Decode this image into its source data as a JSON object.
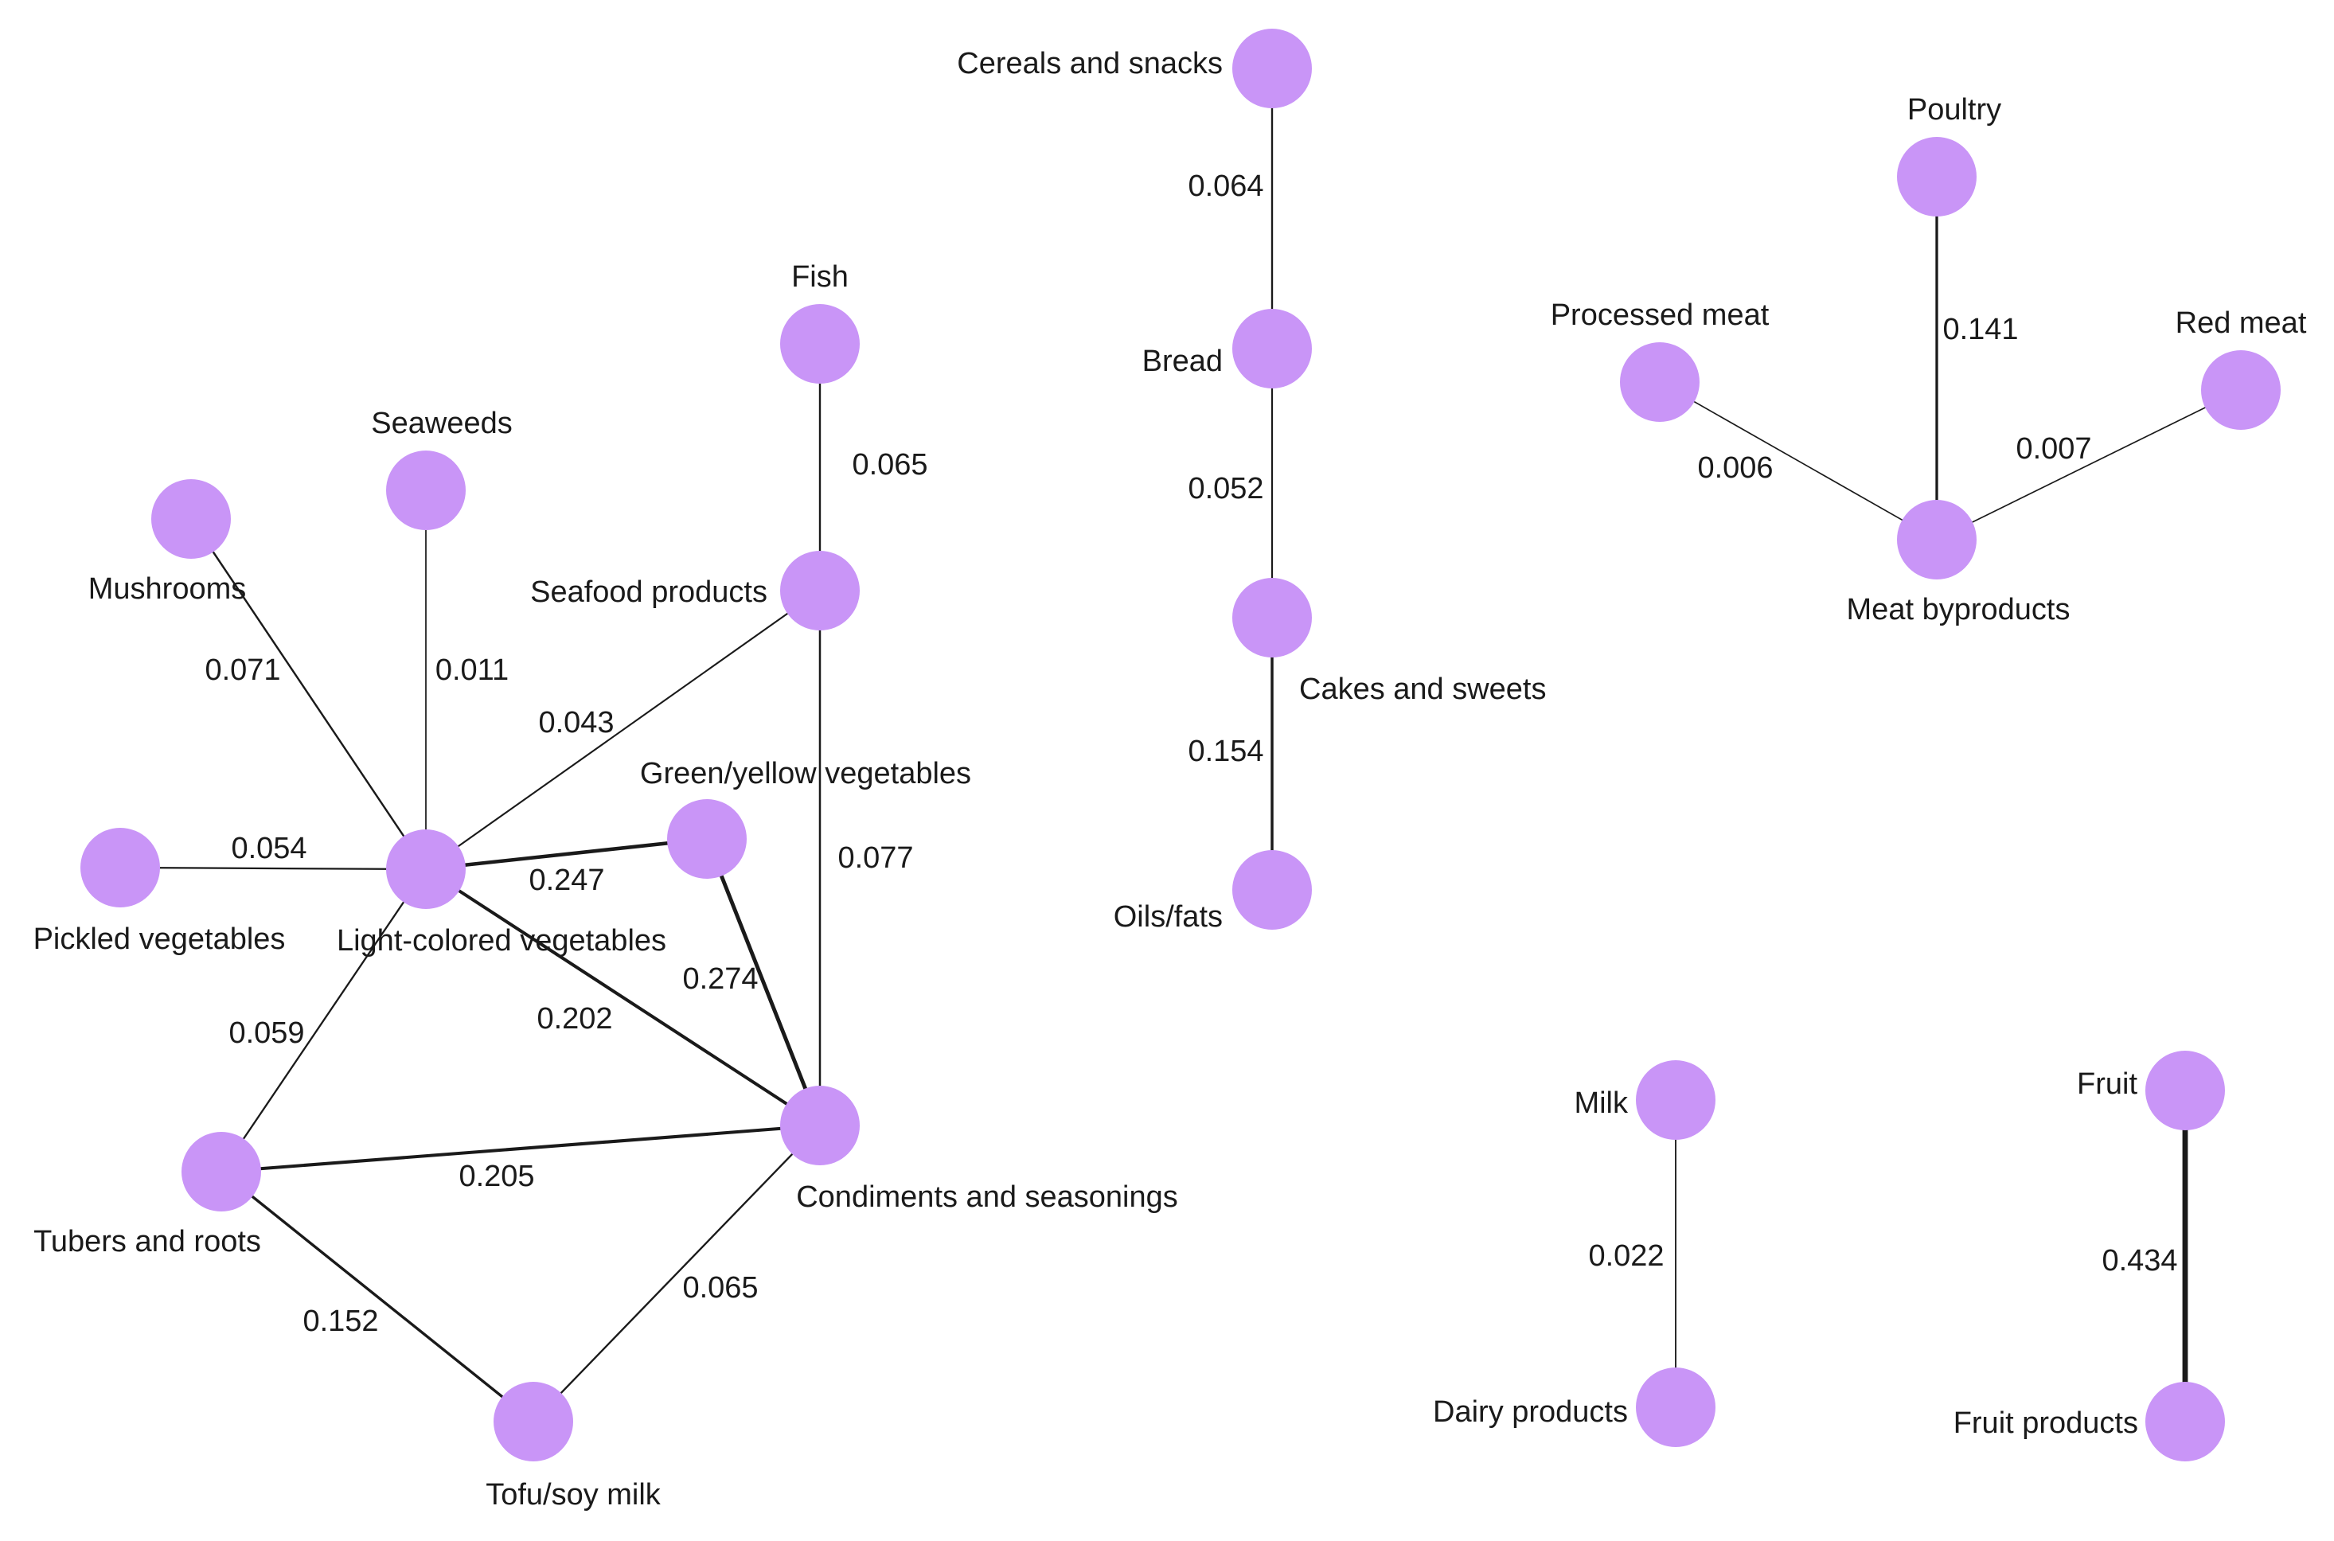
{
  "graph": {
    "node_color": "#c995f7",
    "edge_color": "#1a1a1a",
    "nodes": [
      {
        "id": "cereals",
        "label": "Cereals and snacks"
      },
      {
        "id": "bread",
        "label": "Bread"
      },
      {
        "id": "cakes",
        "label": "Cakes and sweets"
      },
      {
        "id": "oils",
        "label": "Oils/fats"
      },
      {
        "id": "poultry",
        "label": "Poultry"
      },
      {
        "id": "processed",
        "label": "Processed meat"
      },
      {
        "id": "redmeat",
        "label": "Red meat"
      },
      {
        "id": "meatby",
        "label": "Meat byproducts"
      },
      {
        "id": "fish",
        "label": "Fish"
      },
      {
        "id": "seaweeds",
        "label": "Seaweeds"
      },
      {
        "id": "mushrooms",
        "label": "Mushrooms"
      },
      {
        "id": "seafood",
        "label": "Seafood products"
      },
      {
        "id": "greenyellow",
        "label": "Green/yellow vegetables"
      },
      {
        "id": "pickled",
        "label": "Pickled vegetables"
      },
      {
        "id": "lightcol",
        "label": "Light-colored vegetables"
      },
      {
        "id": "tubers",
        "label": "Tubers and roots"
      },
      {
        "id": "condiments",
        "label": "Condiments and seasonings"
      },
      {
        "id": "tofu",
        "label": "Tofu/soy milk"
      },
      {
        "id": "milk",
        "label": "Milk"
      },
      {
        "id": "dairy",
        "label": "Dairy products"
      },
      {
        "id": "fruit",
        "label": "Fruit"
      },
      {
        "id": "fruitprod",
        "label": "Fruit products"
      }
    ],
    "edges": [
      {
        "source": "cereals",
        "target": "bread",
        "weight": "0.064"
      },
      {
        "source": "bread",
        "target": "cakes",
        "weight": "0.052"
      },
      {
        "source": "cakes",
        "target": "oils",
        "weight": "0.154"
      },
      {
        "source": "poultry",
        "target": "meatby",
        "weight": "0.141"
      },
      {
        "source": "processed",
        "target": "meatby",
        "weight": "0.006"
      },
      {
        "source": "redmeat",
        "target": "meatby",
        "weight": "0.007"
      },
      {
        "source": "fish",
        "target": "seafood",
        "weight": "0.065"
      },
      {
        "source": "seaweeds",
        "target": "lightcol",
        "weight": "0.011"
      },
      {
        "source": "mushrooms",
        "target": "lightcol",
        "weight": "0.071"
      },
      {
        "source": "seafood",
        "target": "lightcol",
        "weight": "0.043"
      },
      {
        "source": "seafood",
        "target": "condiments",
        "weight": "0.077"
      },
      {
        "source": "pickled",
        "target": "lightcol",
        "weight": "0.054"
      },
      {
        "source": "lightcol",
        "target": "greenyellow",
        "weight": "0.247"
      },
      {
        "source": "greenyellow",
        "target": "condiments",
        "weight": "0.274"
      },
      {
        "source": "lightcol",
        "target": "condiments",
        "weight": "0.202"
      },
      {
        "source": "lightcol",
        "target": "tubers",
        "weight": "0.059"
      },
      {
        "source": "tubers",
        "target": "condiments",
        "weight": "0.205"
      },
      {
        "source": "tubers",
        "target": "tofu",
        "weight": "0.152"
      },
      {
        "source": "condiments",
        "target": "tofu",
        "weight": "0.065"
      },
      {
        "source": "milk",
        "target": "dairy",
        "weight": "0.022"
      },
      {
        "source": "fruit",
        "target": "fruitprod",
        "weight": "0.434"
      }
    ]
  }
}
